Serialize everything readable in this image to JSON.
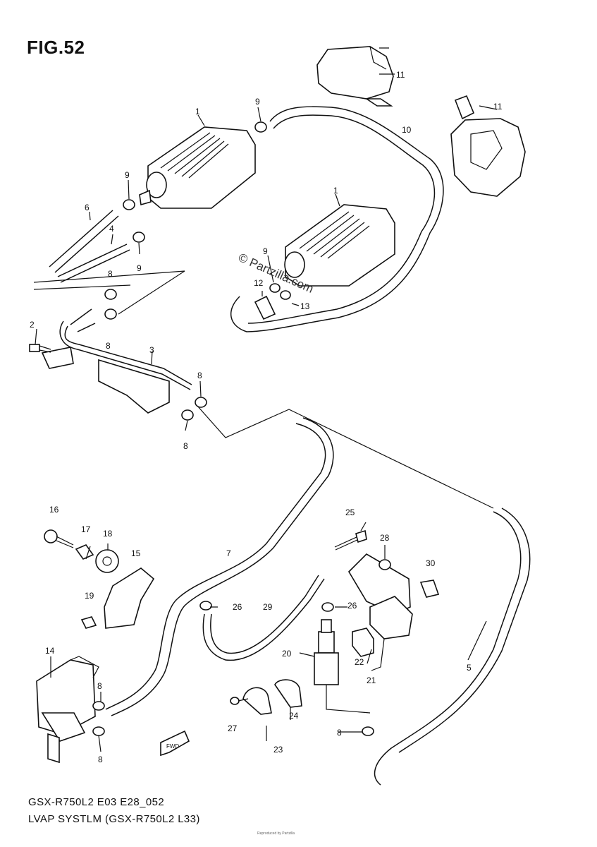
{
  "header": {
    "figure": "FIG.52"
  },
  "footer": {
    "model_code": "GSX-R750L2 E03 E28_052",
    "system_title": "LVAP SYSTLM (GSX-R750L2 L33)",
    "fine_print": "Reproduced by Partzilla"
  },
  "watermark": "© Partzilla.com",
  "fwd_mark": "FWD",
  "colors": {
    "line": "#111111",
    "background": "#ffffff"
  },
  "callouts": [
    {
      "id": "c1a",
      "text": "1"
    },
    {
      "id": "c1b",
      "text": "1"
    },
    {
      "id": "c2",
      "text": "2"
    },
    {
      "id": "c3",
      "text": "3"
    },
    {
      "id": "c4",
      "text": "4"
    },
    {
      "id": "c5",
      "text": "5"
    },
    {
      "id": "c6",
      "text": "6"
    },
    {
      "id": "c7",
      "text": "7"
    },
    {
      "id": "c8a",
      "text": "8"
    },
    {
      "id": "c8b",
      "text": "8"
    },
    {
      "id": "c8c",
      "text": "8"
    },
    {
      "id": "c8d",
      "text": "8"
    },
    {
      "id": "c8e",
      "text": "8"
    },
    {
      "id": "c8f",
      "text": "8"
    },
    {
      "id": "c8g",
      "text": "8"
    },
    {
      "id": "c9a",
      "text": "9"
    },
    {
      "id": "c9b",
      "text": "9"
    },
    {
      "id": "c9c",
      "text": "9"
    },
    {
      "id": "c9d",
      "text": "9"
    },
    {
      "id": "c10",
      "text": "10"
    },
    {
      "id": "c11a",
      "text": "11"
    },
    {
      "id": "c11b",
      "text": "11"
    },
    {
      "id": "c12",
      "text": "12"
    },
    {
      "id": "c13",
      "text": "13"
    },
    {
      "id": "c14",
      "text": "14"
    },
    {
      "id": "c15",
      "text": "15"
    },
    {
      "id": "c16",
      "text": "16"
    },
    {
      "id": "c17",
      "text": "17"
    },
    {
      "id": "c18",
      "text": "18"
    },
    {
      "id": "c19",
      "text": "19"
    },
    {
      "id": "c20",
      "text": "20"
    },
    {
      "id": "c21",
      "text": "21"
    },
    {
      "id": "c22",
      "text": "22"
    },
    {
      "id": "c23",
      "text": "23"
    },
    {
      "id": "c24",
      "text": "24"
    },
    {
      "id": "c25",
      "text": "25"
    },
    {
      "id": "c26a",
      "text": "26"
    },
    {
      "id": "c26b",
      "text": "26"
    },
    {
      "id": "c27",
      "text": "27"
    },
    {
      "id": "c28",
      "text": "28"
    },
    {
      "id": "c29",
      "text": "29"
    },
    {
      "id": "c30",
      "text": "30"
    }
  ]
}
